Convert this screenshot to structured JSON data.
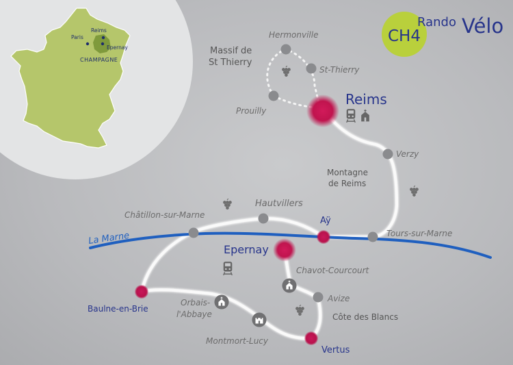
{
  "brand": {
    "badge": "CH4",
    "rando": "Rando",
    "velo": "Vélo"
  },
  "inset": {
    "region": "CHAMPAGNE",
    "cities": [
      "Paris",
      "Reims",
      "Epernay"
    ],
    "colors": {
      "land": "#b5c66b",
      "region": "#7f9a3c",
      "circle": "#e3e4e5"
    }
  },
  "river": {
    "name": "La Marne",
    "color": "#1f5fbf"
  },
  "towns": {
    "hermonville": "Hermonville",
    "massif_line1": "Massif de",
    "massif_line2": "St Thierry",
    "st_thierry": "St-Thierry",
    "prouilly": "Prouilly",
    "reims": "Reims",
    "verzy": "Verzy",
    "montagne_line1": "Montagne",
    "montagne_line2": "de Reims",
    "chatillon": "Châtillon-sur-Marne",
    "hautvillers": "Hautvillers",
    "ay": "Aÿ",
    "tours": "Tours-sur-Marne",
    "epernay": "Epernay",
    "chavot": "Chavot-Courcourt",
    "avize": "Avize",
    "cote": "Côte des Blancs",
    "baulne": "Baulne-en-Brie",
    "orbais_line1": "Orbais-",
    "orbais_line2": "l'Abbaye",
    "montmort": "Montmort-Lucy",
    "vertus": "Vertus"
  },
  "icons": [
    "grapes-icon",
    "train-icon",
    "church-icon",
    "castle-icon"
  ],
  "colors": {
    "major_stop": "#c0144e",
    "minor_stop": "#8a8b8e",
    "route": "#f4f4f4",
    "badge": "#b9d03c",
    "title": "#27348b"
  }
}
